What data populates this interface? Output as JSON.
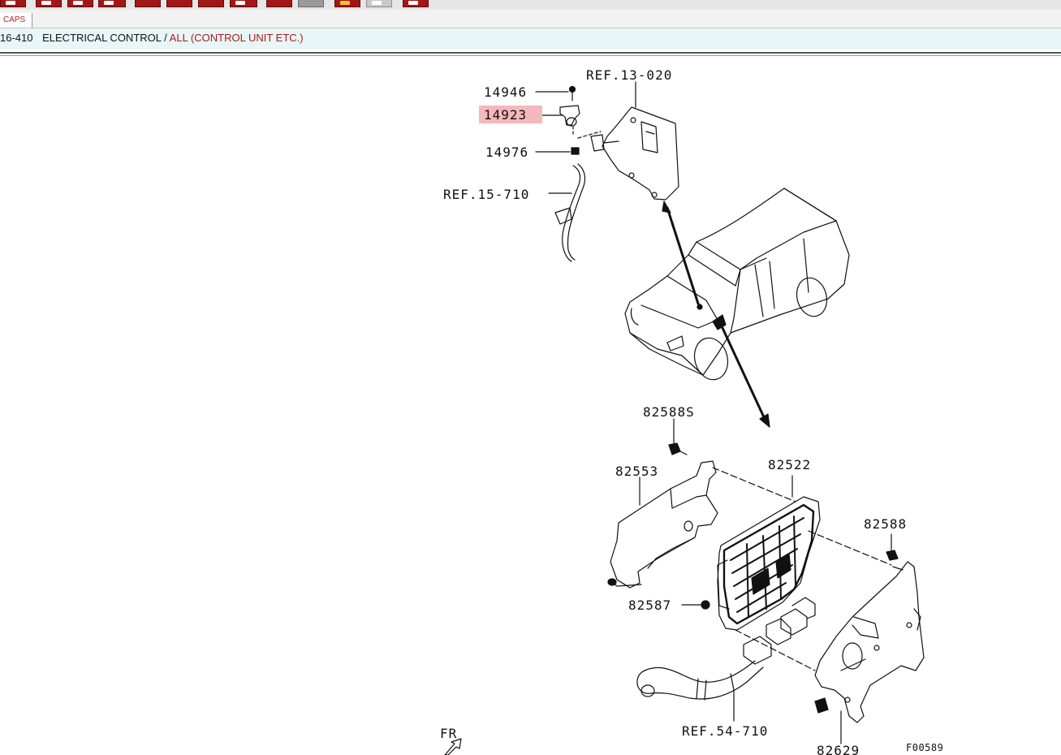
{
  "toolbar": {
    "buttons": [
      {
        "name": "toolbar-button-1"
      },
      {
        "name": "toolbar-button-2"
      },
      {
        "name": "toolbar-button-3"
      },
      {
        "name": "toolbar-button-4"
      },
      {
        "name": "toolbar-button-5"
      },
      {
        "name": "toolbar-button-6"
      },
      {
        "name": "toolbar-button-7"
      },
      {
        "name": "toolbar-button-8"
      },
      {
        "name": "toolbar-button-9"
      },
      {
        "name": "toolbar-button-10"
      },
      {
        "name": "toolbar-button-11"
      },
      {
        "name": "toolbar-button-12"
      },
      {
        "name": "toolbar-button-13"
      }
    ]
  },
  "tabs": {
    "active": "CAPS"
  },
  "breadcrumb": {
    "code": "16-410",
    "group": "ELECTRICAL CONTROL",
    "separator": "/",
    "selection": "ALL (CONTROL UNIT ETC.)"
  },
  "diagram": {
    "labels": {
      "ref_13_020": "REF.13-020",
      "p14946": "14946",
      "p14923": "14923",
      "p14976": "14976",
      "ref_15_710": "REF.15-710",
      "p82588s": "82588S",
      "p82553": "82553",
      "p82522": "82522",
      "p82588": "82588",
      "p82587": "82587",
      "ref_54_710": "REF.54-710",
      "p82629": "82629",
      "fr": "FR",
      "figure_id": "F00589"
    },
    "highlighted_part": "14923",
    "colors": {
      "highlight": "#f4b7bb",
      "line": "#111111",
      "toolbar_button": "#a31616",
      "breadcrumb_bg": "#e8f6f8",
      "breadcrumb_selection": "#b01818"
    }
  }
}
